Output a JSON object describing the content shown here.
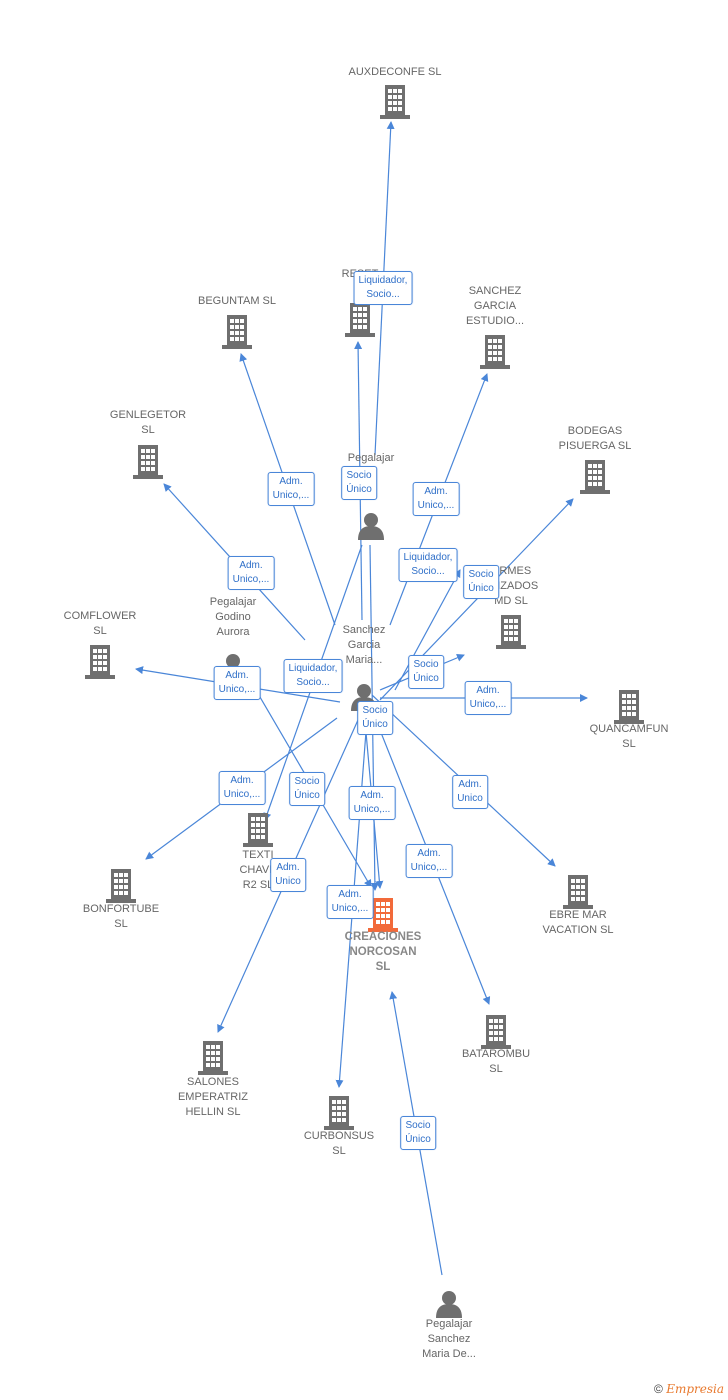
{
  "colors": {
    "edge": "#4a86d8",
    "building": "#6f6f6f",
    "focus": "#f26a3a",
    "person": "#6f6f6f"
  },
  "nodes": [
    {
      "id": "auxdeconfe",
      "label": "AUXDECONFE SL",
      "kind": "company"
    },
    {
      "id": "reset",
      "label": "RESET",
      "kind": "company"
    },
    {
      "id": "beguntam",
      "label": "BEGUNTAM  SL",
      "kind": "company"
    },
    {
      "id": "sanchezgarcia",
      "label": "SANCHEZ\nGARCIA\nESTUDIO...",
      "kind": "company"
    },
    {
      "id": "genlegetor",
      "label": "GENLEGETOR\nSL",
      "kind": "company"
    },
    {
      "id": "bodegas",
      "label": "BODEGAS\nPISUERGA SL",
      "kind": "company"
    },
    {
      "id": "pegalajar_f",
      "label": "Pegalajar\no\nco",
      "kind": "person"
    },
    {
      "id": "ormes",
      "label": "ORMES\nALIZADOS\nMD SL",
      "kind": "company"
    },
    {
      "id": "comflower",
      "label": "COMFLOWER\nSL",
      "kind": "company"
    },
    {
      "id": "pegalajar_godino",
      "label": "Pegalajar\nGodino\nAurora",
      "kind": "person"
    },
    {
      "id": "sanchez_maria",
      "label": "Sanchez\nGarcia\nMaria...",
      "kind": "person"
    },
    {
      "id": "quancamfun",
      "label": "QUANCAMFUN\nSL",
      "kind": "company"
    },
    {
      "id": "textil",
      "label": "TEXTI\nCHAVE\nR2 SL",
      "kind": "company"
    },
    {
      "id": "bonfortube",
      "label": "BONFORTUBE\nSL",
      "kind": "company"
    },
    {
      "id": "ebremar",
      "label": "EBRE MAR\nVACATION  SL",
      "kind": "company"
    },
    {
      "id": "creaciones",
      "label": "CREACIONES\nNORCOSAN\nSL",
      "kind": "focus"
    },
    {
      "id": "batarombu",
      "label": "BATAROMBU\nSL",
      "kind": "company"
    },
    {
      "id": "salones",
      "label": "SALONES\nEMPERATRIZ\nHELLIN SL",
      "kind": "company"
    },
    {
      "id": "curbonsus",
      "label": "CURBONSUS\nSL",
      "kind": "company"
    },
    {
      "id": "pegalajar_maria",
      "label": "Pegalajar\nSanchez\nMaria De...",
      "kind": "person"
    }
  ],
  "edges": [
    {
      "from": "pegalajar_f",
      "to": "auxdeconfe",
      "label": "Liquidador,\nSocio..."
    },
    {
      "from": "sanchez_maria",
      "to": "reset",
      "label": "Socio\nÚnico"
    },
    {
      "from": "sanchez_maria",
      "to": "beguntam",
      "label": "Adm.\nUnico,..."
    },
    {
      "from": "sanchez_maria",
      "to": "sanchezgarcia",
      "label": "Adm.\nUnico,..."
    },
    {
      "from": "sanchez_maria",
      "to": "genlegetor",
      "label": "Adm.\nUnico,..."
    },
    {
      "from": "pegalajar_godino",
      "to": "bodegas",
      "label": "Liquidador,\nSocio..."
    },
    {
      "from": "pegalajar_godino",
      "to": "ormes",
      "label": "Socio\nÚnico"
    },
    {
      "from": "sanchez_maria",
      "to": "ormes_b",
      "label": "Socio\nÚnico"
    },
    {
      "from": "sanchez_maria",
      "to": "comflower",
      "label": "Adm.\nUnico,..."
    },
    {
      "from": "pegalajar_f",
      "to": "textil",
      "label": "Liquidador,\nSocio..."
    },
    {
      "from": "sanchez_maria",
      "to": "quancamfun",
      "label": "Adm.\nUnico,..."
    },
    {
      "from": "sanchez_maria",
      "to": "creaciones",
      "label": "Socio\nÚnico"
    },
    {
      "from": "sanchez_maria",
      "to": "bonfortube",
      "label": "Adm.\nUnico,..."
    },
    {
      "from": "pegalajar_godino",
      "to": "creaciones",
      "label": "Socio\nÚnico"
    },
    {
      "from": "sanchez_maria",
      "to": "ebremar",
      "label": "Adm.\nUnico"
    },
    {
      "from": "pegalajar_f",
      "to": "creaciones",
      "label": "Adm.\nUnico,..."
    },
    {
      "from": "sanchez_maria",
      "to": "batarombu",
      "label": "Adm.\nUnico,..."
    },
    {
      "from": "sanchez_maria",
      "to": "salones",
      "label": "Adm.\nUnico"
    },
    {
      "from": "sanchez_maria",
      "to": "curbonsus",
      "label": "Adm.\nUnico,..."
    },
    {
      "from": "pegalajar_maria",
      "to": "creaciones",
      "label": "Socio\nÚnico"
    }
  ],
  "footer": {
    "copyright": "©",
    "brand": "Empresia"
  }
}
